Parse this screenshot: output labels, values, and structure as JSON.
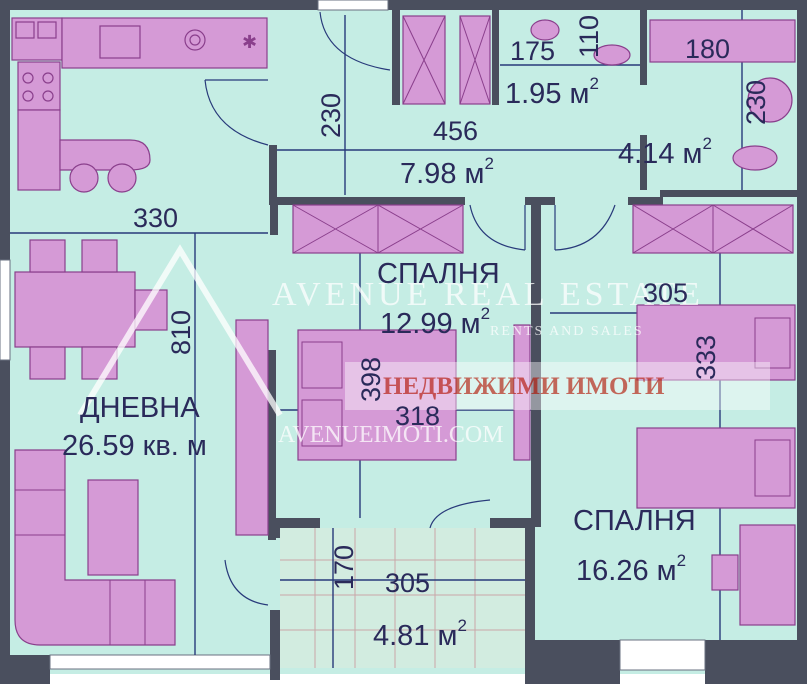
{
  "colors": {
    "floor": "#c5ede4",
    "wall": "#4a4f5e",
    "furniture": "#d59ad6",
    "furniture_line": "#8a3f8c",
    "line": "#283a7a",
    "text": "#2a2a5a",
    "watermark": "#ffffff",
    "watermark_red": "#c0392b"
  },
  "rooms": {
    "living": {
      "name": "ДНЕВНА",
      "area": "26.59 кв. м"
    },
    "hall": {
      "area": "7.98 м",
      "sup": "2"
    },
    "wc": {
      "area": "1.95 м",
      "sup": "2"
    },
    "bath": {
      "area": "4.14 м",
      "sup": "2"
    },
    "bedroom1": {
      "name": "СПАЛНЯ",
      "area": "12.99 м",
      "sup": "2"
    },
    "bedroom2": {
      "name": "СПАЛНЯ",
      "area": "16.26 м",
      "sup": "2"
    },
    "balcony": {
      "area": "4.81 м",
      "sup": "2"
    }
  },
  "dimensions": {
    "d330": "330",
    "d810": "810",
    "d230_hall": "230",
    "d456": "456",
    "d175": "175",
    "d110": "110",
    "d180": "180",
    "d230_bath": "230",
    "d305_bed2": "305",
    "d333": "333",
    "d398": "398",
    "d318": "318",
    "d170": "170",
    "d305_balcony": "305"
  },
  "watermark": {
    "brand": "AVENUE REAL ESTATE",
    "tagline": "RENTS AND SALES",
    "slogan": "НЕДВИЖИМИ ИМОТИ",
    "site": "AVENUEIMOTI.COM"
  }
}
